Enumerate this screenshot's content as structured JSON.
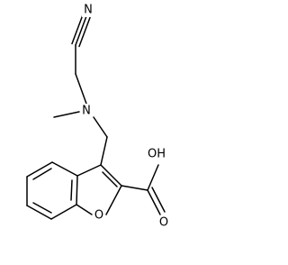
{
  "molecule": {
    "atoms": {
      "n_nitrile": "N",
      "n_amine": "N",
      "o_furan": "O",
      "oh": "OH",
      "o_carbonyl": "O"
    }
  }
}
